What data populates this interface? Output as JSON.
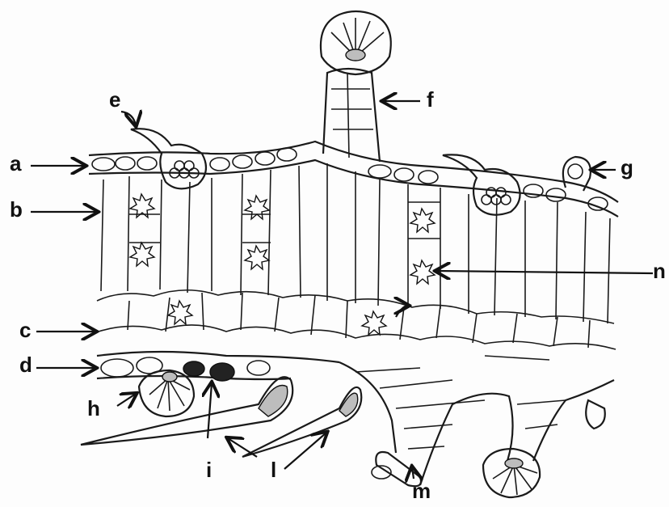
{
  "labels": {
    "a": "a",
    "b": "b",
    "c": "c",
    "d": "d",
    "e": "e",
    "f": "f",
    "g": "g",
    "h": "h",
    "i": "i",
    "l": "l",
    "m": "m",
    "n": "n"
  }
}
